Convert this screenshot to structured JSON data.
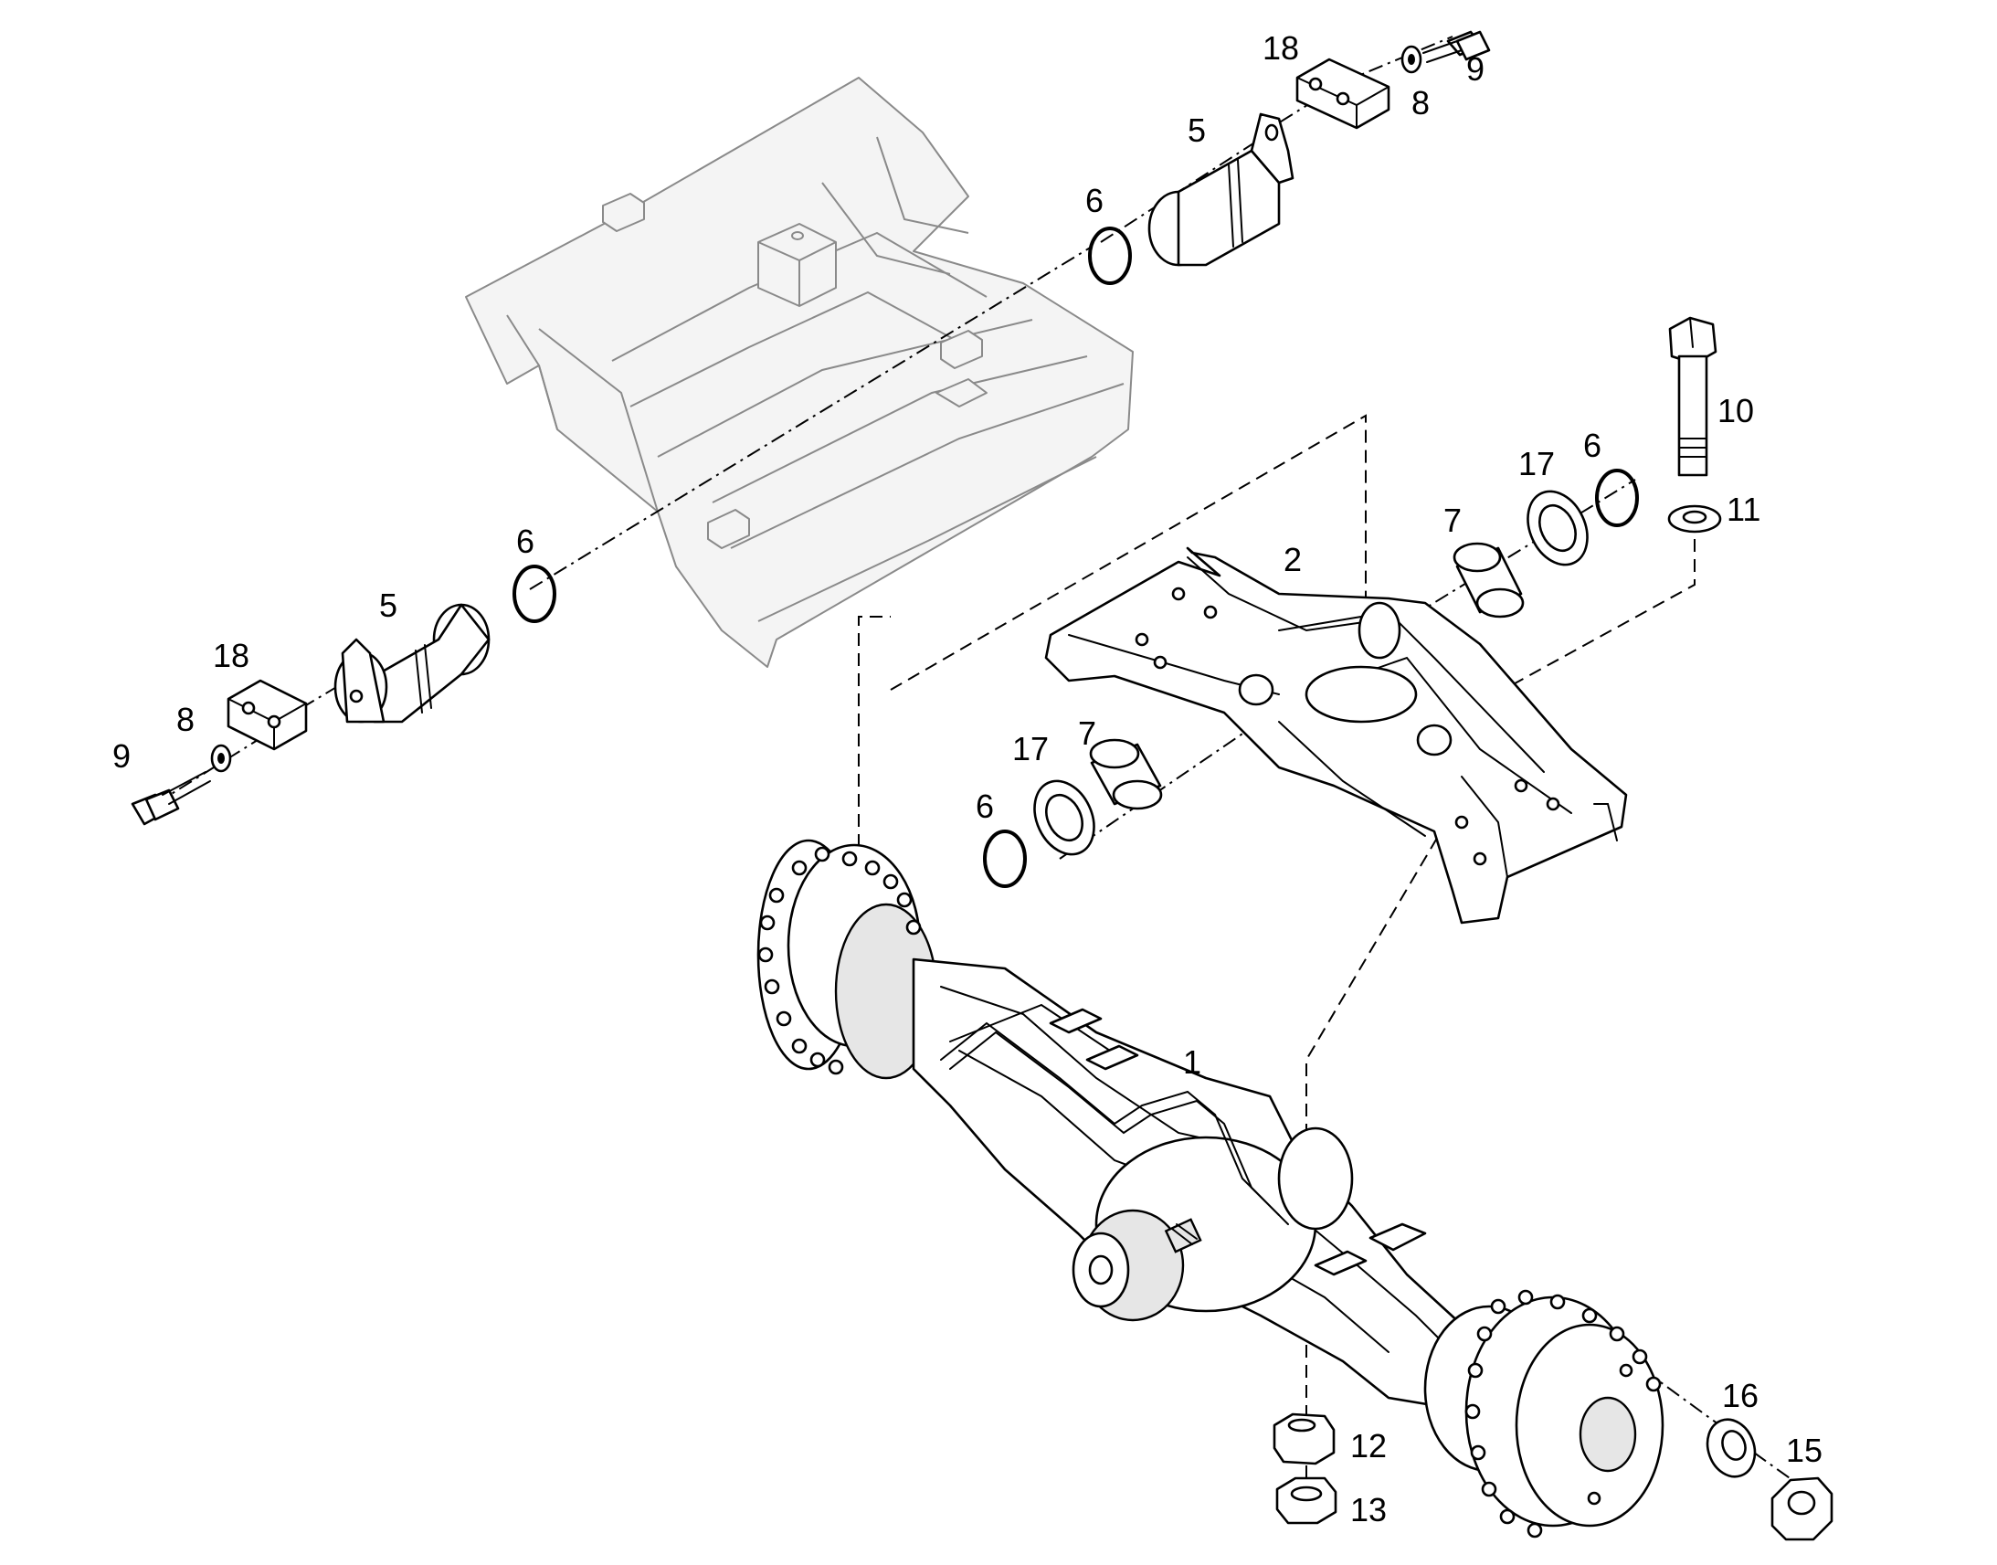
{
  "callouts": {
    "c1": "1",
    "c2": "2",
    "c5_top": "5",
    "c5_left": "5",
    "c6_top": "6",
    "c6_left": "6",
    "c6_right": "6",
    "c6_mid": "6",
    "c7_right": "7",
    "c7_mid": "7",
    "c8_top": "8",
    "c8_left": "8",
    "c9_top": "9",
    "c9_left": "9",
    "c10": "10",
    "c11": "11",
    "c12": "12",
    "c13": "13",
    "c15": "15",
    "c16": "16",
    "c17_right": "17",
    "c17_mid": "17",
    "c18_top": "18",
    "c18_left": "18"
  }
}
